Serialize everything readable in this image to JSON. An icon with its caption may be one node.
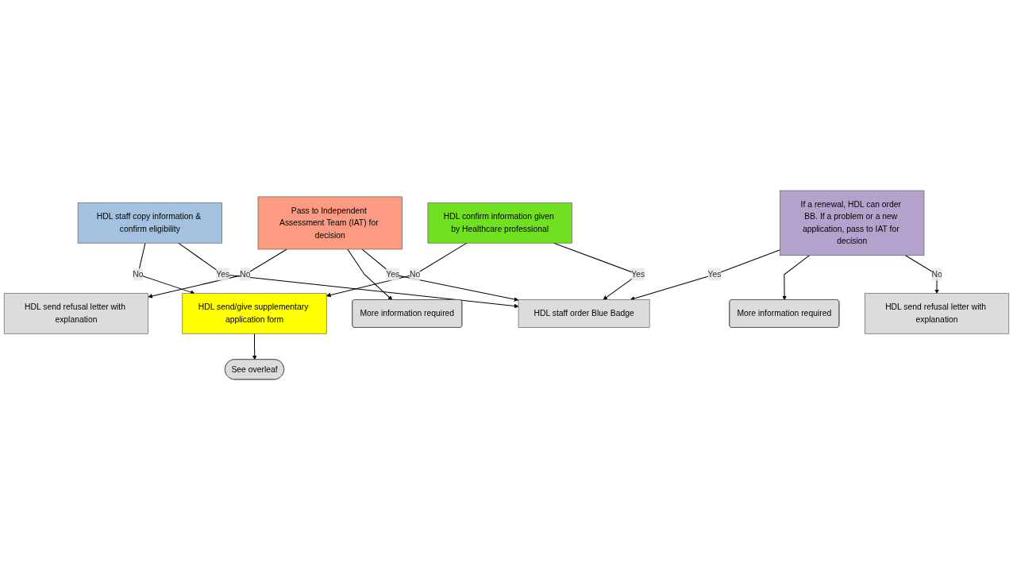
{
  "diagram": {
    "nodes": [
      {
        "text": [
          "Pass to Independent Assessment Team (IAT) for decision"
        ]
      },
      {
        "text": [
          "HDL staff copy information & confirm eligibility"
        ]
      },
      {
        "text": [
          "HDL send/give supplementary application form"
        ]
      },
      {
        "text": [
          "HDL confirm information given by Healthcare professional"
        ]
      },
      {
        "text": [
          "If a renewal, HDL can order BB. If a problem or a new application, pass to IAT for decision"
        ]
      },
      {
        "text": [
          "See overleaf"
        ]
      },
      {
        "text": [
          "More information required"
        ]
      },
      {
        "text": [
          "HDL send refusal letter with explanation"
        ]
      },
      {
        "text": [
          "More information required"
        ]
      },
      {
        "text": [
          "HDL send refusal letter with explanation"
        ]
      },
      {
        "text": [
          "HDL staff order Blue Badge"
        ]
      }
    ],
    "edges": [
      {
        "from": 1,
        "to": 2,
        "arrow": "to",
        "label": "No"
      },
      {
        "from": 3,
        "to": 2,
        "arrow": "to",
        "label": "No"
      },
      {
        "from": 2,
        "to": 5,
        "arrow": "to"
      },
      {
        "from": 0,
        "to": 7,
        "arrow": "to",
        "label": "No"
      },
      {
        "from": 0,
        "to": 6,
        "arrow": "to"
      },
      {
        "from": 0,
        "to": 10,
        "arrow": "to",
        "label": "Yes"
      },
      {
        "from": 1,
        "to": 10,
        "arrow": "to",
        "label": "Yes"
      },
      {
        "from": 3,
        "to": 10,
        "arrow": "to",
        "label": "Yes"
      },
      {
        "from": 4,
        "to": 10,
        "arrow": "to",
        "label": "Yes"
      },
      {
        "from": 4,
        "to": 8,
        "arrow": "to"
      },
      {
        "from": 4,
        "to": 9,
        "arrow": "to",
        "label": "No"
      }
    ]
  }
}
